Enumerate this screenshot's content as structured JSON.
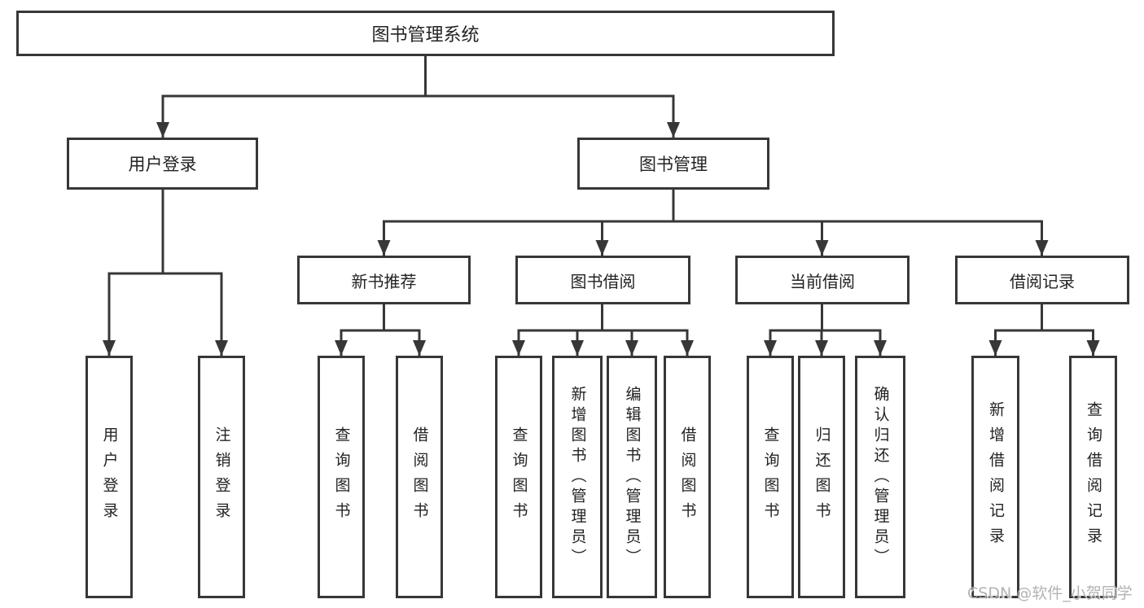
{
  "diagram_type": "function-structure-tree",
  "colors": {
    "line": "#373737",
    "box_border": "#373737",
    "text": "#232323",
    "background": "#ffffff",
    "watermark": "#b3b3b3"
  },
  "tree": {
    "root": {
      "label": "图书管理系统"
    },
    "level2": [
      {
        "id": "user-login",
        "label": "用户登录",
        "parent": "图书管理系统"
      },
      {
        "id": "book-management",
        "label": "图书管理",
        "parent": "图书管理系统"
      }
    ],
    "level3": [
      {
        "id": "new-book-recommend",
        "label": "新书推荐",
        "parent": "图书管理"
      },
      {
        "id": "book-borrowing",
        "label": "图书借阅",
        "parent": "图书管理"
      },
      {
        "id": "current-borrowing",
        "label": "当前借阅",
        "parent": "图书管理"
      },
      {
        "id": "borrowing-records",
        "label": "借阅记录",
        "parent": "图书管理"
      }
    ],
    "leaves": [
      {
        "label": "用户登录",
        "parent": "用户登录"
      },
      {
        "label": "注销登录",
        "parent": "用户登录"
      },
      {
        "label": "查询图书",
        "parent": "新书推荐"
      },
      {
        "label": "借阅图书",
        "parent": "新书推荐"
      },
      {
        "label": "查询图书",
        "parent": "图书借阅"
      },
      {
        "label": "新增图书（管理员）",
        "parent": "图书借阅"
      },
      {
        "label": "编辑图书（管理员）",
        "parent": "图书借阅"
      },
      {
        "label": "借阅图书",
        "parent": "图书借阅"
      },
      {
        "label": "查询图书",
        "parent": "当前借阅"
      },
      {
        "label": "归还图书",
        "parent": "当前借阅"
      },
      {
        "label": "确认归还（管理员）",
        "parent": "当前借阅"
      },
      {
        "label": "新增借阅记录",
        "parent": "借阅记录"
      },
      {
        "label": "查询借阅记录",
        "parent": "借阅记录"
      }
    ]
  },
  "watermark": {
    "text": "CSDN @软件_小贺同学"
  }
}
